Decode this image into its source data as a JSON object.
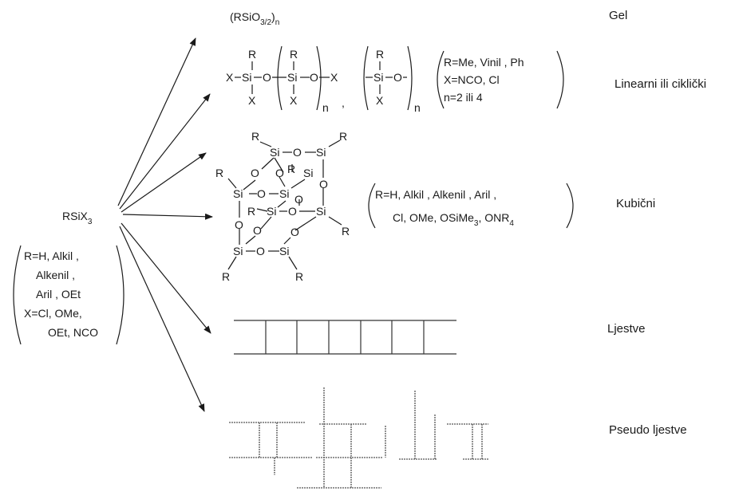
{
  "source": {
    "formula_main": "RSiX",
    "formula_sub": "3",
    "conditions": [
      "R=H, Alkil ,",
      "Alkenil ,",
      "Aril , OEt",
      "X=Cl, OMe,",
      "OEt, NCO"
    ]
  },
  "gel": {
    "formula_pre": "(RSiO",
    "formula_sub": "3/2",
    "formula_post": ")",
    "formula_n": "n",
    "label": "Gel"
  },
  "linear": {
    "r": "R",
    "x": "X",
    "si": "Si",
    "o": "O",
    "n": "n",
    "comma": ",",
    "conditions": [
      "R=Me, Vinil  , Ph",
      "X=NCO, Cl",
      "n=2 ili  4"
    ],
    "label": "Linearni ili ciklički"
  },
  "cubic": {
    "r": "R",
    "si": "Si",
    "o": "O",
    "conditions_line1": "R=H,  Alkil ,  Alkenil , Aril ,",
    "conditions_line2_pre": "Cl, OMe, OSiMe",
    "conditions_line2_sub": "3",
    "conditions_line2_mid": ", ONR",
    "conditions_line2_sub2": "4",
    "label": "Kubični"
  },
  "ladder": {
    "label": "Ljestve"
  },
  "pseudo_ladder": {
    "label": "Pseudo ljestve"
  }
}
